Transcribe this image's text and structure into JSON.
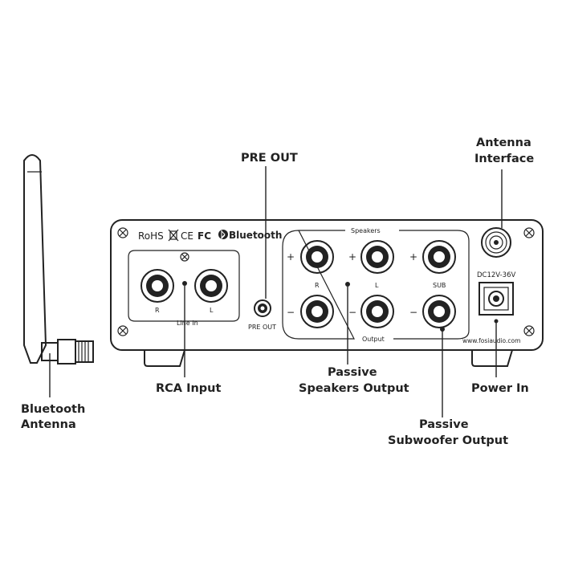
{
  "callouts": {
    "pre_out": "PRE OUT",
    "antenna_interface_line1": "Antenna",
    "antenna_interface_line2": "Interface",
    "bluetooth_antenna_line1": "Bluetooth",
    "bluetooth_antenna_line2": "Antenna",
    "rca_input": "RCA Input",
    "passive_speakers_line1": "Passive",
    "passive_speakers_line2": "Speakers Output",
    "power_in": "Power In",
    "passive_sub_line1": "Passive",
    "passive_sub_line2": "Subwoofer Output"
  },
  "panel": {
    "rohs": "RoHS",
    "ce": "CE",
    "fc": "FC",
    "bluetooth": "Bluetooth",
    "speakers_label": "Speakers",
    "output_label": "Output",
    "line_in_label": "Line In",
    "pre_out_label": "PRE OUT",
    "rca_r": "R",
    "rca_l": "L",
    "spk_r": "R",
    "spk_l": "L",
    "spk_sub": "SUB",
    "plus": "+",
    "minus": "−",
    "dc_label": "DC12V-36V",
    "website": "www.fosiaudio.com"
  },
  "icons": [
    "bluetooth-icon",
    "screw-icon",
    "weee-bin-icon",
    "antenna-icon",
    "power-jack-icon"
  ]
}
